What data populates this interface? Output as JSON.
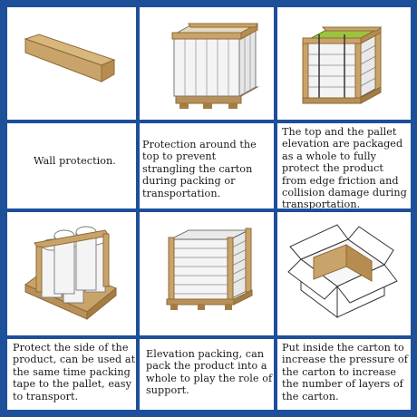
{
  "cells": [
    {
      "caption": "Wall protection."
    },
    {
      "caption": "Protection around the top to prevent strangling the carton during packing or transportation."
    },
    {
      "caption": "The top and the pallet elevation are packaged as a whole to fully protect the product from edge friction and collision damage during transportation."
    },
    {
      "caption": "Protect the side of the product, can be used at the same time packing tape to the pallet, easy to transport."
    },
    {
      "caption": "Elevation packing, can pack the product into a whole to play the role of support."
    },
    {
      "caption": "Put inside the carton to increase the pressure of the carton to increase the number of layers of the carton."
    }
  ],
  "colors": {
    "border": "#1d4f9a",
    "kraft": "#c9a46a",
    "kraft_dark": "#a37d44",
    "pallet": "#b8915a",
    "film": "#f2f2f2",
    "green_top": "#9bc43f"
  }
}
